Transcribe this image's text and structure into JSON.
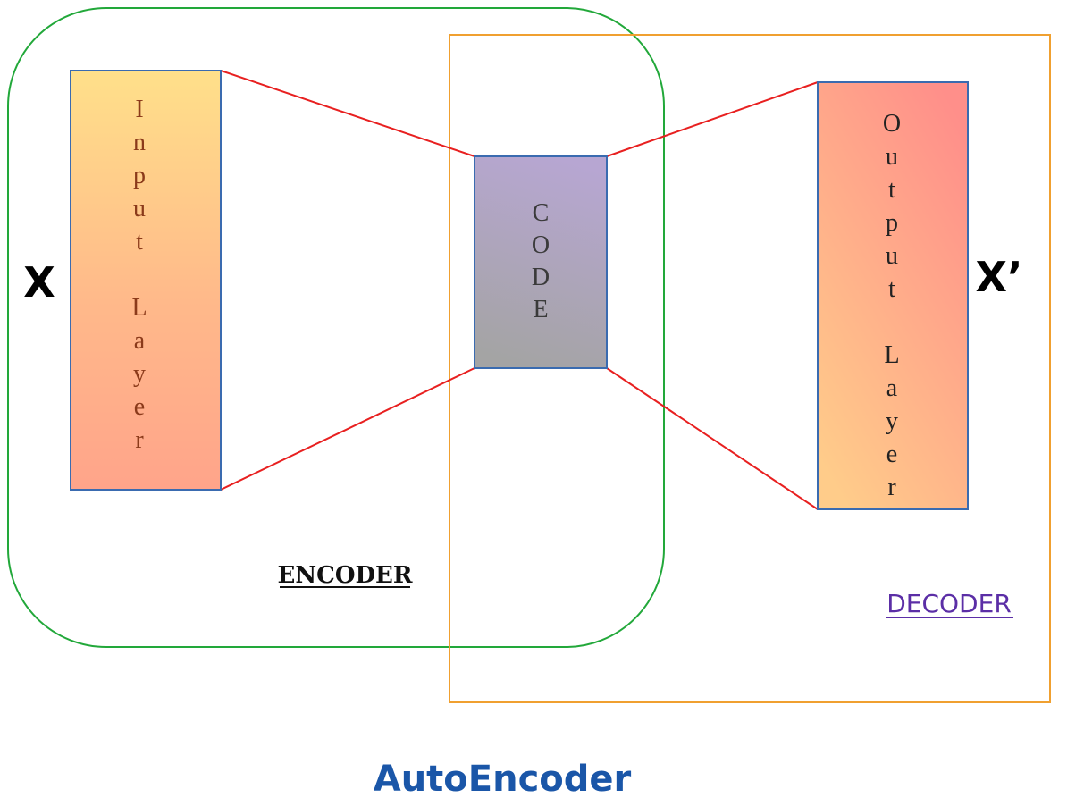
{
  "labels": {
    "input_symbol": "X",
    "output_symbol": "X’",
    "encoder": "ENCODER",
    "decoder": "DECODER",
    "title": "AutoEncoder"
  },
  "boxes": {
    "input_layer": {
      "line1": [
        "I",
        "n",
        "p",
        "u",
        "t"
      ],
      "line2": [
        "L",
        "a",
        "y",
        "e",
        "r"
      ]
    },
    "code": {
      "letters": [
        "C",
        "O",
        "D",
        "E"
      ]
    },
    "output_layer": {
      "line1": [
        "O",
        "u",
        "t",
        "p",
        "u",
        "t"
      ],
      "line2": [
        "L",
        "a",
        "y",
        "e",
        "r"
      ]
    }
  },
  "colors": {
    "encoder_border": "#22a83a",
    "decoder_border": "#f0a030",
    "connector": "#e82020",
    "box_border": "#3a6bb0",
    "title": "#1a56a8",
    "decoder_text": "#5b2ea6"
  }
}
